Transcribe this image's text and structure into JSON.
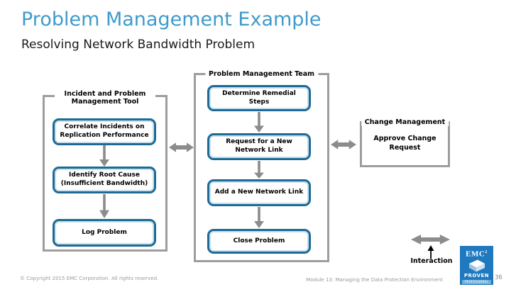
{
  "slide": {
    "title": "Problem Management Example",
    "subtitle": "Resolving Network Bandwidth Problem"
  },
  "diagram": {
    "groups": [
      {
        "label": "Incident and Problem Management Tool",
        "boxes": [
          "Correlate Incidents on Replication Performance",
          "Identify Root Cause (Insufficient Bandwidth)",
          "Log Problem"
        ]
      },
      {
        "label": "Problem Management Team",
        "boxes": [
          "Determine Remedial Steps",
          "Request for a New Network Link",
          "Add a New Network Link",
          "Close Problem"
        ]
      },
      {
        "label": "Change Management",
        "text": "Approve Change Request"
      }
    ],
    "legend": {
      "label": "Interaction"
    }
  },
  "logo": {
    "brand": "EMC",
    "sup": "2",
    "line1": "PROVEN",
    "line2": "PROFESSIONAL"
  },
  "footer": {
    "copyright": "© Copyright 2015 EMC Corporation. All rights reserved.",
    "module": "Module 13: Managing the Data Protection Environment",
    "page": "36"
  },
  "colors": {
    "title_blue": "#3F9BCB",
    "box_border_blue": "#1B6B96",
    "box_inner_rim": "#C9DEEC",
    "group_border_gray": "#9D9D9D",
    "arrow_gray": "#8C8C8C",
    "logo_blue": "#1E79BE"
  }
}
